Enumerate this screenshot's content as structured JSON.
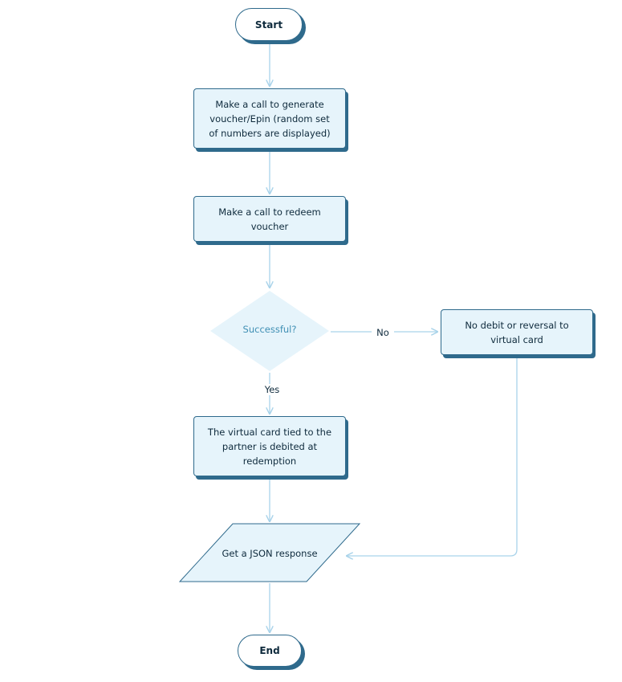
{
  "nodes": {
    "start": "Start",
    "generate": "Make a call to generate voucher/Epin (random set of numbers are displayed)",
    "redeem": "Make a call to redeem voucher",
    "decision": "Successful?",
    "no_debit": "No debit or reversal to virtual card",
    "debited": "The virtual card tied to the partner is debited at redemption",
    "json": "Get a JSON response",
    "end": "End"
  },
  "edges": {
    "no_label": "No",
    "yes_label": "Yes"
  },
  "colors": {
    "node_fill": "#e6f4fb",
    "node_border": "#2f6a8c",
    "connector": "#a9d3ea",
    "decision_text": "#3f8fb4"
  }
}
